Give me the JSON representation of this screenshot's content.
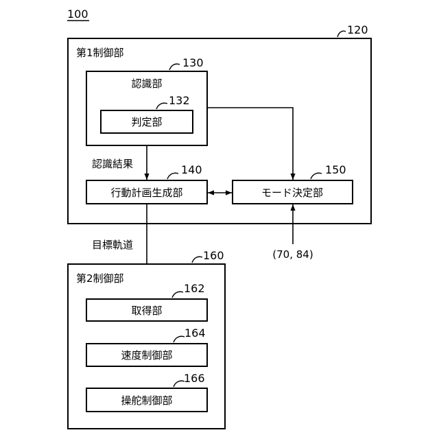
{
  "figure_number": "100",
  "first_control": {
    "label": "第1制御部",
    "ref": "120",
    "recognition": {
      "label": "認識部",
      "ref": "130",
      "judgment": {
        "label": "判定部",
        "ref": "132"
      }
    },
    "action_plan": {
      "label": "行動計画生成部",
      "ref": "140"
    },
    "mode_decision": {
      "label": "モード決定部",
      "ref": "150"
    },
    "recognition_result_label": "認識結果"
  },
  "target_trajectory_label": "目標軌道",
  "external_input_label": "(70, 84)",
  "second_control": {
    "label": "第2制御部",
    "ref": "160",
    "acquisition": {
      "label": "取得部",
      "ref": "162"
    },
    "speed_control": {
      "label": "速度制御部",
      "ref": "164"
    },
    "steering_control": {
      "label": "操舵制御部",
      "ref": "166"
    }
  }
}
